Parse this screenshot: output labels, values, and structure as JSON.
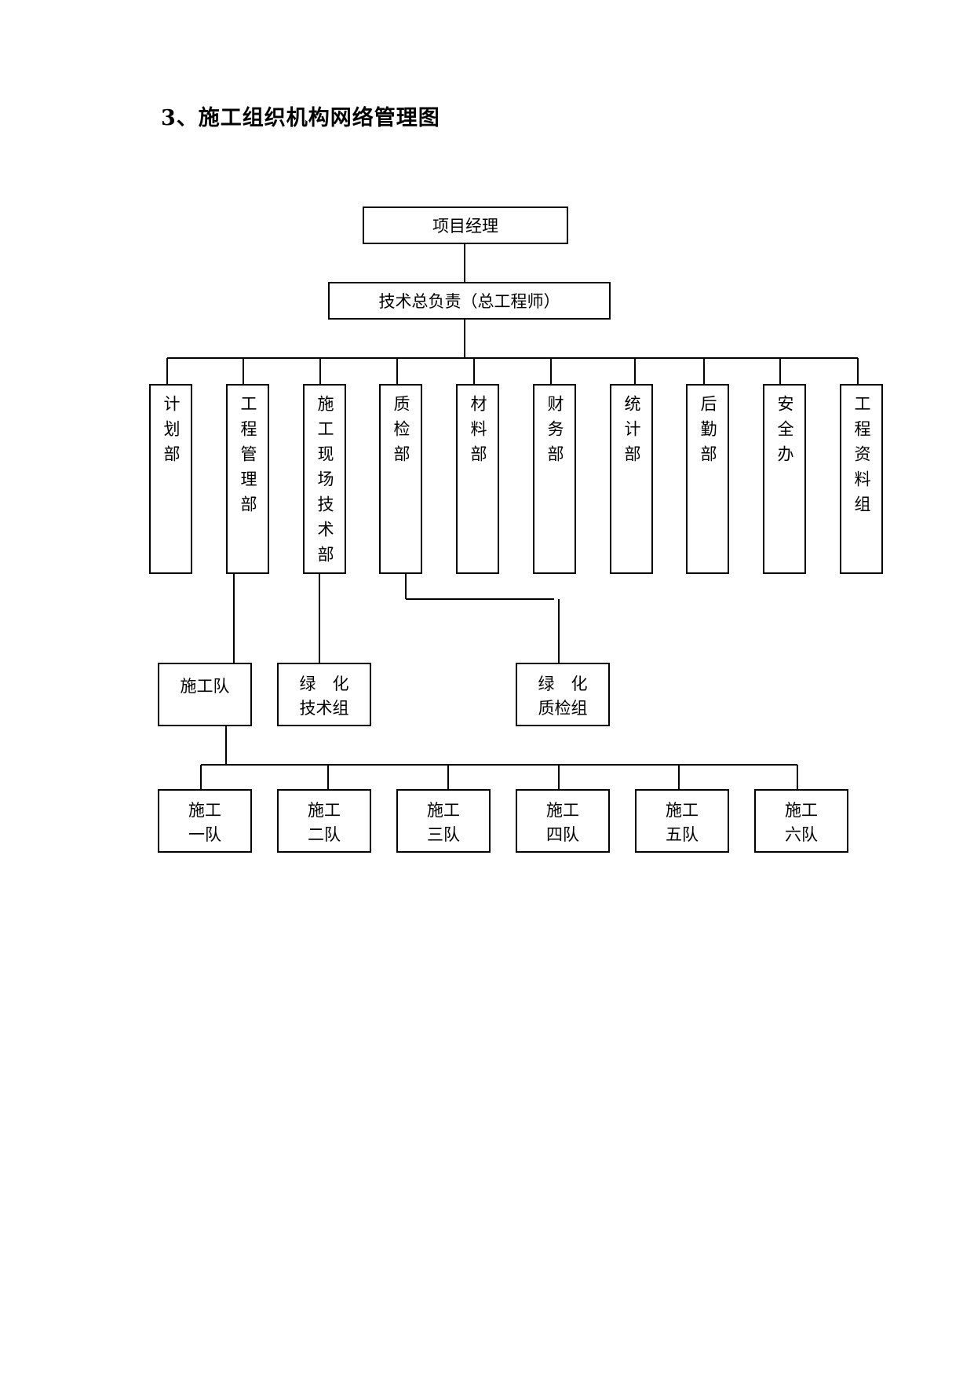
{
  "title": "3、施工组织机构网络管理图",
  "project_manager": "项目经理",
  "chief_engineer": "技术总负责（总工程师）",
  "departments": [
    "计划部",
    "工程管理部",
    "施工现场技术部",
    "质检部",
    "材料部",
    "财务部",
    "统计部",
    "后勤部",
    "安全办",
    "工程资料组"
  ],
  "sub_units": {
    "construction_team": "施工队",
    "greening_tech_line1": "绿　化",
    "greening_tech_line2": "技术组",
    "greening_qc_line1": "绿　化",
    "greening_qc_line2": "质检组"
  },
  "teams": [
    {
      "line1": "施工",
      "line2": "一队"
    },
    {
      "line1": "施工",
      "line2": "二队"
    },
    {
      "line1": "施工",
      "line2": "三队"
    },
    {
      "line1": "施工",
      "line2": "四队"
    },
    {
      "line1": "施工",
      "line2": "五队"
    },
    {
      "line1": "施工",
      "line2": "六队"
    }
  ]
}
